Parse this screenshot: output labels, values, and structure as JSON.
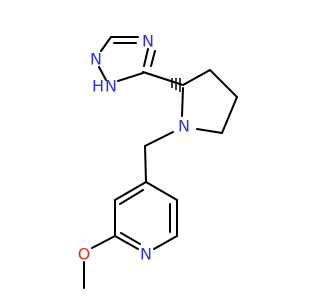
{
  "molecule": {
    "atoms": {
      "triazole_n_top": "N",
      "triazole_n_right": "N",
      "triazole_nh_n": "N",
      "triazole_nh_h": "H",
      "pyrrolidine_n": "N",
      "pyridine_n": "N",
      "methoxy_o": "O"
    },
    "stereo_label": ""
  }
}
